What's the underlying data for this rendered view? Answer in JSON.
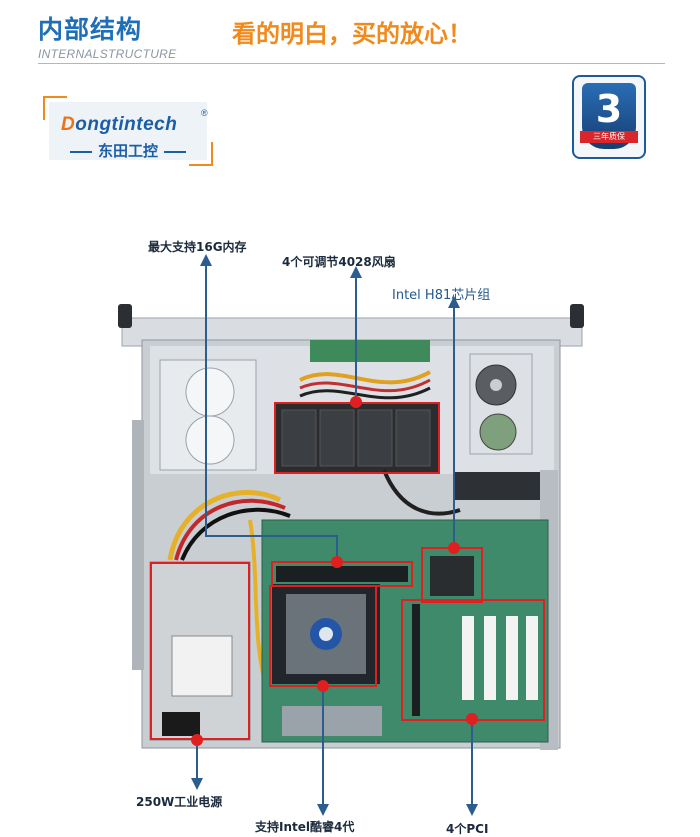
{
  "header": {
    "title_cn": "内部结构",
    "title_en": "INTERNALSTRUCTURE",
    "slogan": "看的明白，买的放心！"
  },
  "logo": {
    "en_initial": "D",
    "en_rest": "ongtintech",
    "registered": "®",
    "cn": "东田工控"
  },
  "badge": {
    "number": "3",
    "text": "三年质保"
  },
  "labels": {
    "memory": "最大支持16G内存",
    "fans": "4个可调节4028风扇",
    "chipset": "Intel H81芯片组",
    "psu": "250W工业电源",
    "cpu": "支持Intel酷睿4代",
    "pci": "4个PCI"
  },
  "colors": {
    "title_blue": "#1f6fb8",
    "slogan_orange": "#f08a1c",
    "highlight_red": "#e02020",
    "arrow_blue": "#2b5e8e"
  }
}
